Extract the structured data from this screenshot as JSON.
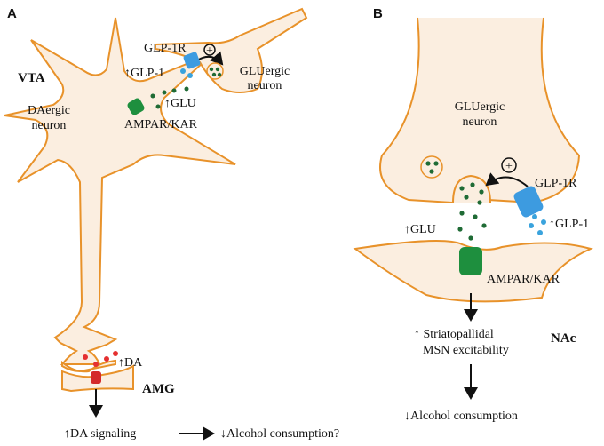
{
  "panels": {
    "a": "A",
    "b": "B"
  },
  "panel_a": {
    "region_vta": "VTA",
    "da_neuron_line1": "DAergic",
    "da_neuron_line2": "neuron",
    "glu_neuron_line1": "GLUergic",
    "glu_neuron_line2": "neuron",
    "glp1r": "GLP-1R",
    "plus": "+",
    "glp1": "↑GLP-1",
    "glu": "↑GLU",
    "ampar": "AMPAR/KAR",
    "da": "↑DA",
    "region_amg": "AMG",
    "da_signaling": "↑DA signaling",
    "alcohol": "↓Alcohol consumption?"
  },
  "panel_b": {
    "glu_neuron_line1": "GLUergic",
    "glu_neuron_line2": "neuron",
    "plus": "+",
    "glp1r": "GLP-1R",
    "glu": "↑GLU",
    "glp1": "↑GLP-1",
    "ampar": "AMPAR/KAR",
    "msn_line1": "↑ Striatopallidal",
    "msn_line2": "MSN excitability",
    "region_nac": "NAc",
    "alcohol": "↓Alcohol consumption"
  },
  "colors": {
    "neuron_fill": "#fbeee0",
    "neuron_stroke": "#e8922a",
    "glu_dot": "#1f6b35",
    "glp1_dot": "#3aa3dd",
    "da_dot": "#e53030",
    "receptor_green": "#1e8f3e",
    "receptor_blue": "#3d9be0",
    "receptor_red": "#d42a2a"
  }
}
